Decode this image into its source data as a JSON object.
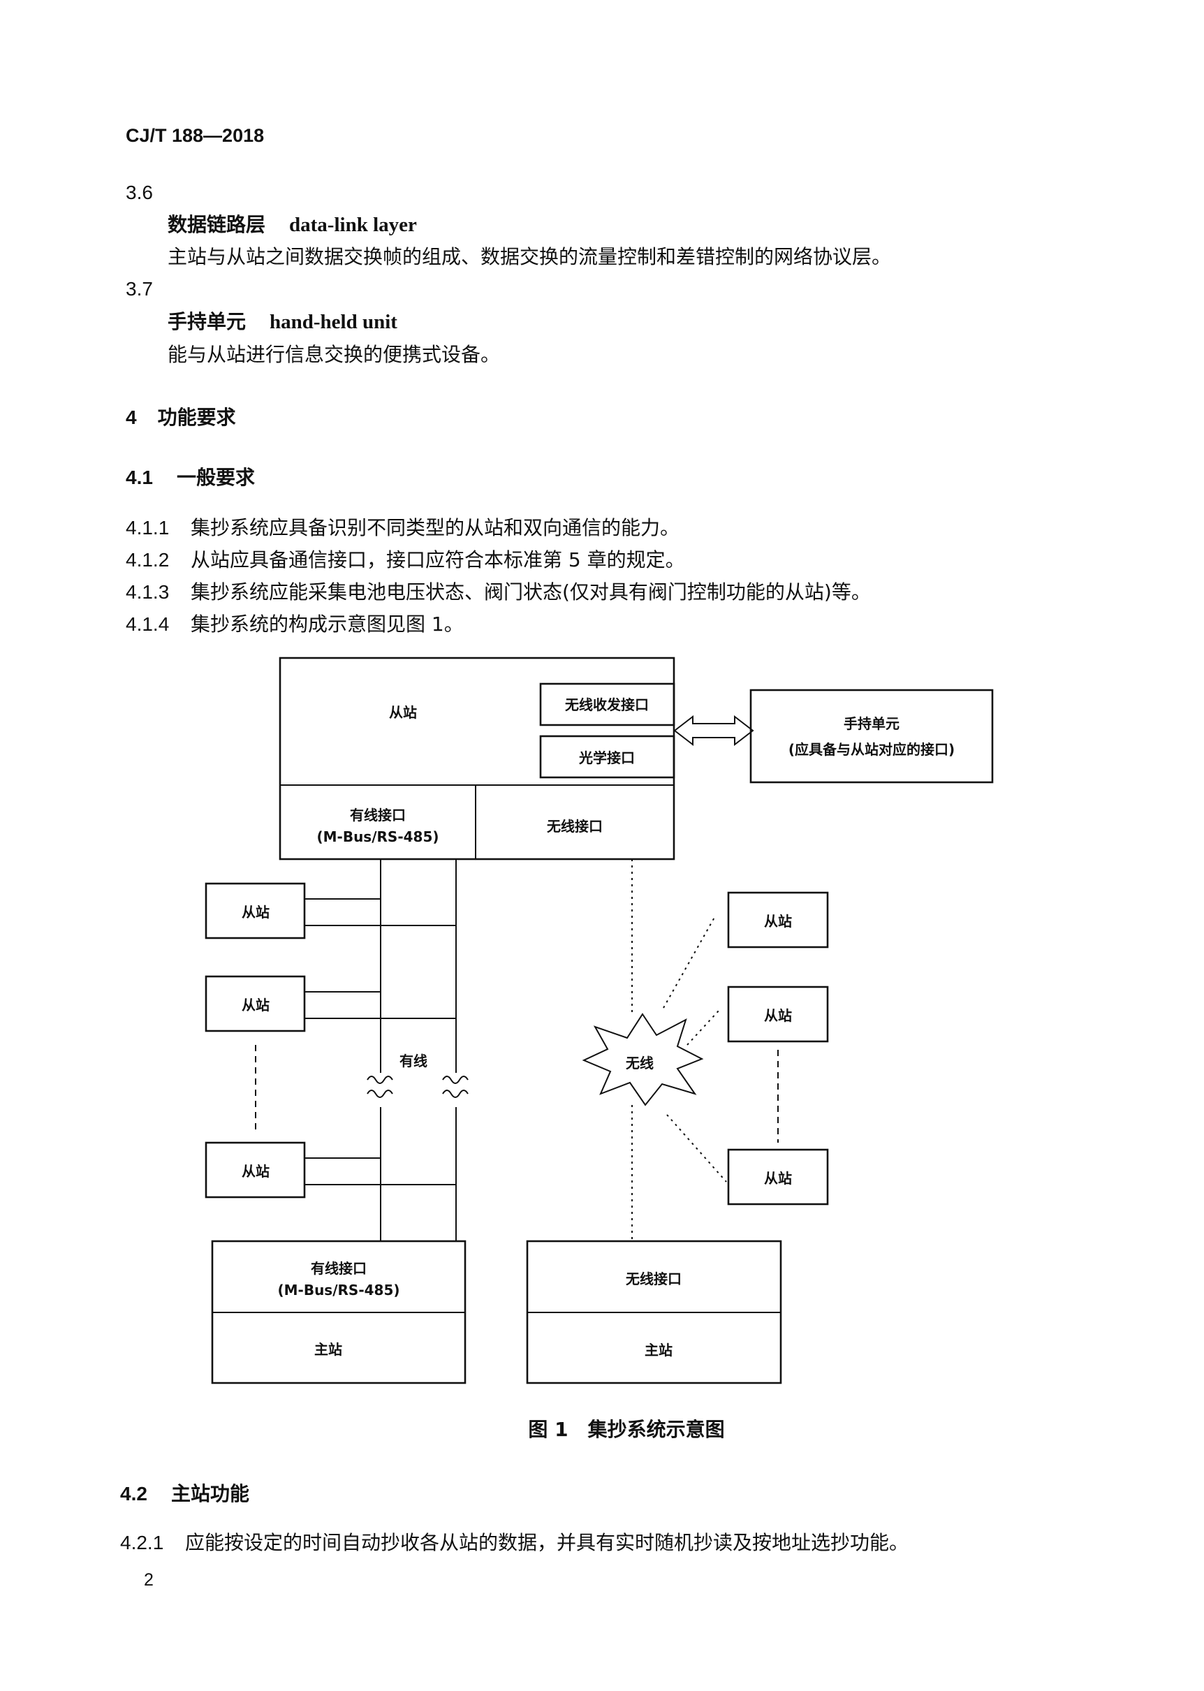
{
  "header": {
    "doc_number": "CJ/T 188—2018"
  },
  "sections": {
    "s3_6": {
      "num": "3.6",
      "term_zh": "数据链路层",
      "term_en": "data-link layer",
      "definition": "主站与从站之间数据交换帧的组成、数据交换的流量控制和差错控制的网络协议层。"
    },
    "s3_7": {
      "num": "3.7",
      "term_zh": "手持单元",
      "term_en": "hand-held unit",
      "definition": "能与从站进行信息交换的便携式设备。"
    },
    "s4": {
      "num": "4",
      "title": "功能要求"
    },
    "s4_1": {
      "num": "4.1",
      "title": "一般要求"
    },
    "items_4_1": [
      {
        "num": "4.1.1",
        "text": "集抄系统应具备识别不同类型的从站和双向通信的能力。"
      },
      {
        "num": "4.1.2",
        "text": "从站应具备通信接口，接口应符合本标准第 5 章的规定。"
      },
      {
        "num": "4.1.3",
        "text": "集抄系统应能采集电池电压状态、阀门状态(仅对具有阀门控制功能的从站)等。"
      },
      {
        "num": "4.1.4",
        "text": "集抄系统的构成示意图见图 1。"
      }
    ],
    "s4_2": {
      "num": "4.2",
      "title": "主站功能"
    },
    "items_4_2": [
      {
        "num": "4.2.1",
        "text": "应能按设定的时间自动抄收各从站的数据，并具有实时随机抄读及按地址选抄功能。"
      }
    ]
  },
  "figure": {
    "slave_top": "从站",
    "wireless_transceiver_if": "无线收发接口",
    "optical_if": "光学接口",
    "handheld_title": "手持单元",
    "handheld_note": "(应具备与从站对应的接口)",
    "wired_if": "有线接口",
    "bus_types": "(M-Bus/RS-485)",
    "wireless_if": "无线接口",
    "slave": "从站",
    "wired_label": "有线",
    "wireless_label": "无线",
    "master": "主站",
    "caption": "图 1　集抄系统示意图"
  },
  "footer": {
    "page_number": "2"
  }
}
